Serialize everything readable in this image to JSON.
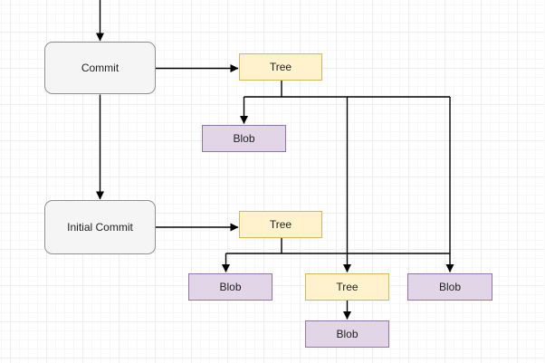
{
  "diagram": {
    "type": "git-object-graph",
    "nodes": {
      "commit": {
        "label": "Commit",
        "kind": "commit"
      },
      "tree1": {
        "label": "Tree",
        "kind": "tree"
      },
      "blob1": {
        "label": "Blob",
        "kind": "blob"
      },
      "initial_commit": {
        "label": "Initial Commit",
        "kind": "commit"
      },
      "tree2": {
        "label": "Tree",
        "kind": "tree"
      },
      "blob2": {
        "label": "Blob",
        "kind": "blob"
      },
      "tree3": {
        "label": "Tree",
        "kind": "tree"
      },
      "blob3": {
        "label": "Blob",
        "kind": "blob"
      },
      "blob4": {
        "label": "Blob",
        "kind": "blob"
      }
    },
    "edges": [
      {
        "from": "offscreen-top",
        "to": "commit"
      },
      {
        "from": "commit",
        "to": "tree1"
      },
      {
        "from": "commit",
        "to": "initial_commit"
      },
      {
        "from": "tree1",
        "to": "blob1"
      },
      {
        "from": "tree1",
        "to": "tree3"
      },
      {
        "from": "tree1",
        "to": "blob3"
      },
      {
        "from": "initial_commit",
        "to": "tree2"
      },
      {
        "from": "tree2",
        "to": "blob2"
      },
      {
        "from": "tree2",
        "to": "tree3"
      },
      {
        "from": "tree2",
        "to": "blob3"
      },
      {
        "from": "tree3",
        "to": "blob4"
      }
    ],
    "colors": {
      "commit_fill": "#f5f5f5",
      "commit_border": "#8f8f8f",
      "tree_fill": "#fff2cc",
      "tree_border": "#d6b656",
      "blob_fill": "#e1d5e7",
      "blob_border": "#9673a6",
      "edge": "#000000",
      "grid_minor": "#f7f7f7",
      "grid_major": "#ededed",
      "background": "#ffffff"
    }
  }
}
